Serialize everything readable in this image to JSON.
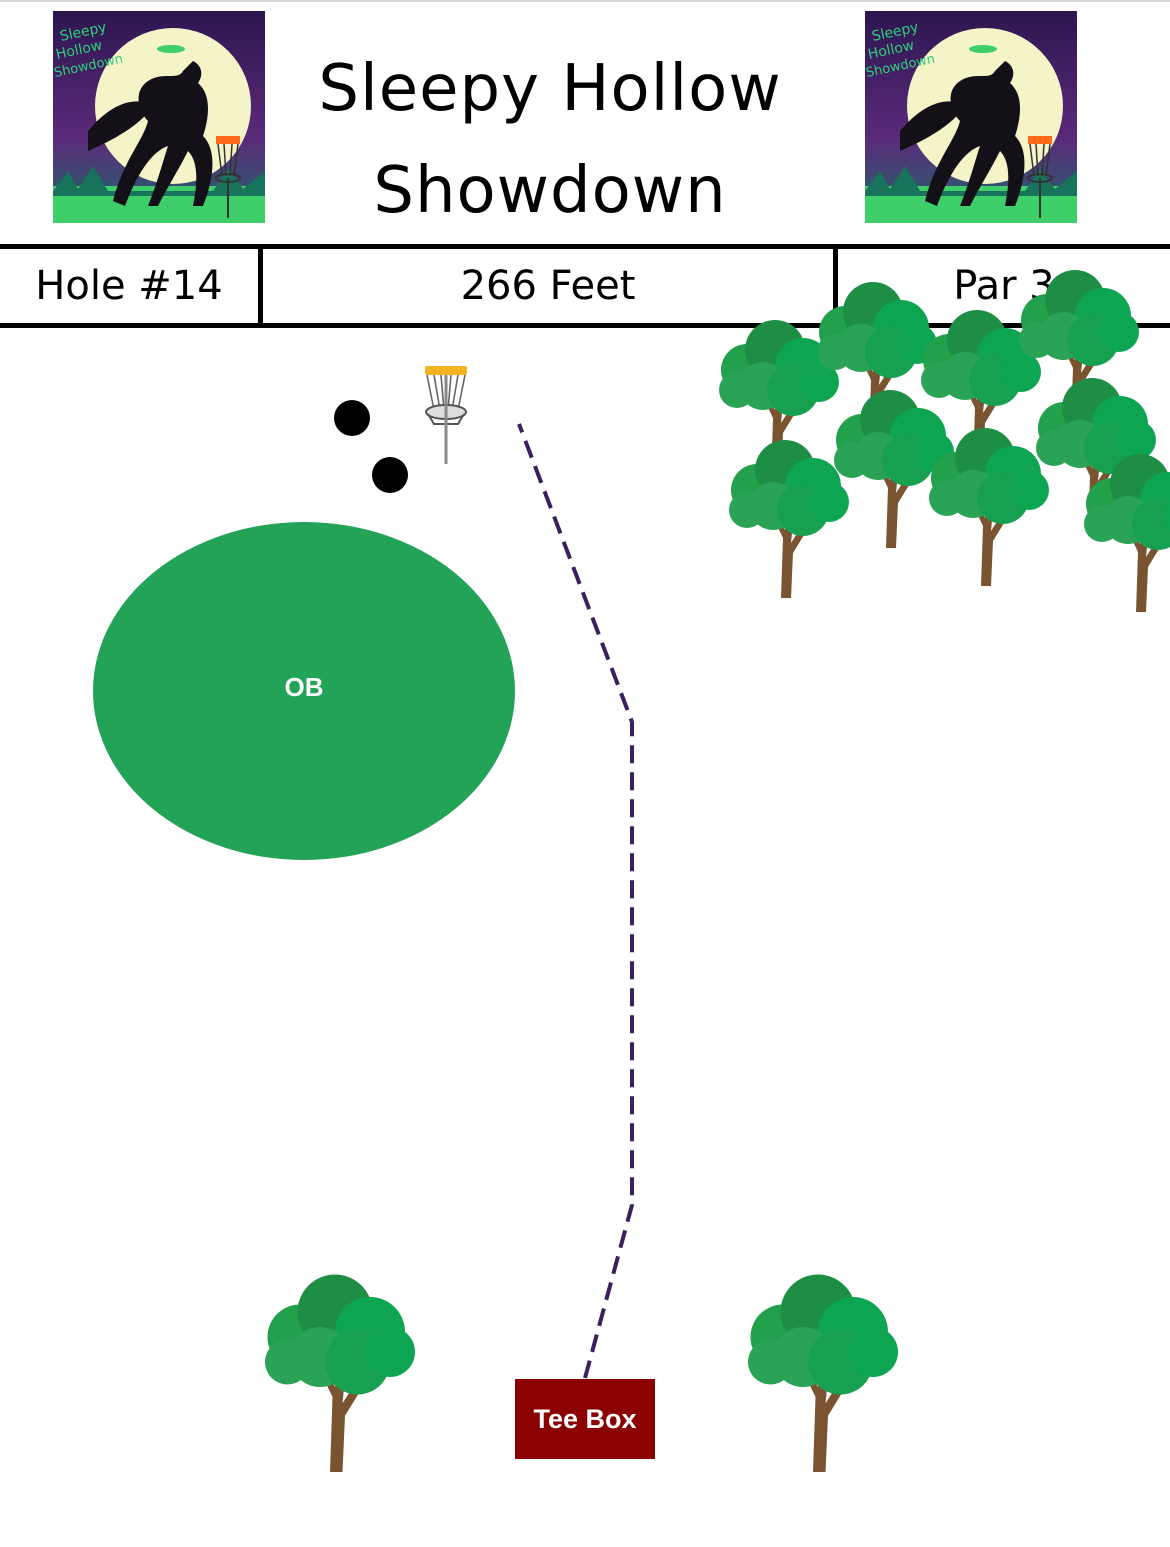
{
  "header": {
    "title_line1": "Sleepy Hollow",
    "title_line2": "Showdown",
    "logo_text": "Sleepy Hollow Showdown"
  },
  "info_bar": {
    "hole": "Hole #14",
    "distance": "266 Feet",
    "par": "Par 3"
  },
  "course": {
    "ob_label": "OB",
    "tee_box_label": "Tee Box",
    "colors": {
      "ob_zone": "#22a357",
      "tee_box": "#8b0000",
      "flight_path": "#3b1f5e",
      "basket_top": "#f2b321",
      "tree_foliage": "#1f9e4a",
      "tree_trunk": "#7a5430",
      "logo_sky": "#3a1a5e",
      "logo_moon": "#f5f3c8"
    },
    "icons": [
      "disc-golf-basket-icon",
      "tree-icon",
      "obstacle-dot-icon",
      "headless-horseman-logo"
    ]
  }
}
